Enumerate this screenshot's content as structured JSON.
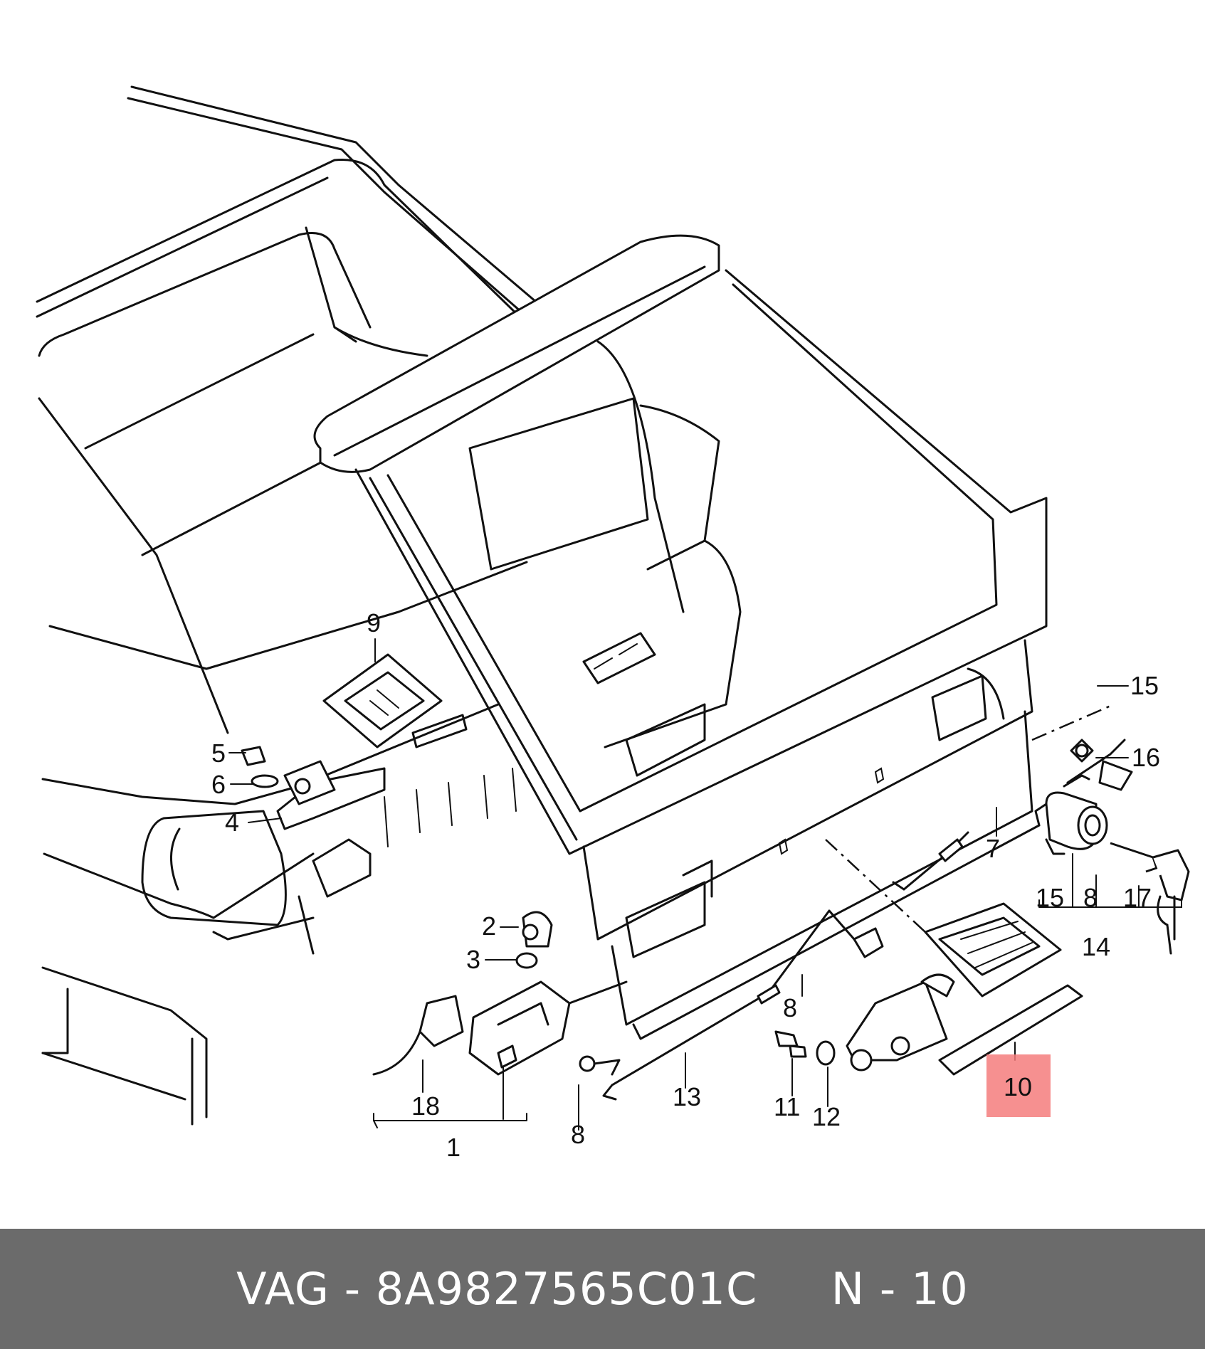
{
  "diagram": {
    "callouts": [
      "1",
      "2",
      "3",
      "4",
      "5",
      "6",
      "7",
      "8",
      "8",
      "8",
      "9",
      "10",
      "11",
      "12",
      "13",
      "14",
      "15",
      "15",
      "16",
      "17",
      "18"
    ],
    "highlighted_callout": "10",
    "colors": {
      "highlight": "#f47c7c",
      "line": "#111111",
      "footer_bg": "#6b6b6b",
      "footer_text": "#ffffff"
    }
  },
  "footer": {
    "brand": "VAG",
    "separator": "-",
    "part_number": "8A9827565C01C",
    "position_label": "N - 10"
  }
}
